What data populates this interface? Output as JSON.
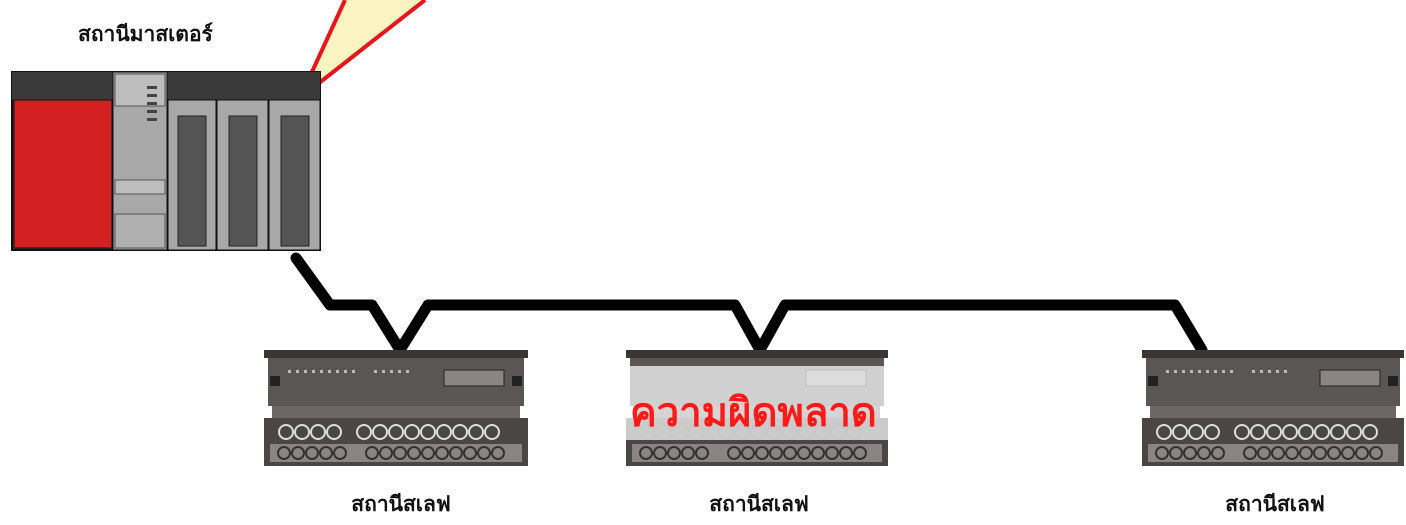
{
  "master": {
    "label": "สถานีมาสเตอร์"
  },
  "slaves": [
    {
      "label": "สถานีสเลฟ",
      "status": "normal"
    },
    {
      "label": "สถานีสเลฟ",
      "status": "error",
      "status_text": "ความผิดพลาด"
    },
    {
      "label": "สถานีสเลฟ",
      "status": "normal"
    }
  ],
  "colors": {
    "cpu_red": "#d42020",
    "module_gray": "#a8a8a8",
    "module_dark": "#3a3a3a",
    "cable": "#000000",
    "callout_fill": "#fbf3c2",
    "callout_border": "#e8161b",
    "slave_body": "#5a5656",
    "slave_light": "#8a8484",
    "error_text": "#ff1a1a"
  }
}
